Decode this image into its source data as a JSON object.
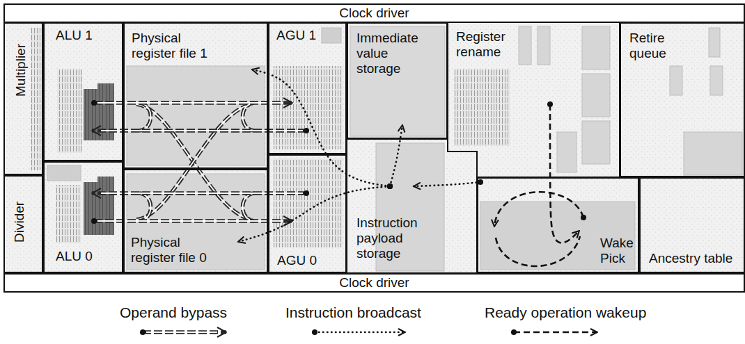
{
  "diagram": {
    "nodes": [
      {
        "text": [
          "Clock driver"
        ]
      },
      {
        "text": [
          "Multiplier"
        ]
      },
      {
        "text": [
          "ALU 1"
        ]
      },
      {
        "text": [
          "Physical register file 1"
        ]
      },
      {
        "text": [
          "AGU 1"
        ]
      },
      {
        "text": [
          "Immediate value storage"
        ]
      },
      {
        "text": [
          "Register rename"
        ]
      },
      {
        "text": [
          "Retire queue"
        ]
      },
      {
        "text": [
          "Divider"
        ]
      },
      {
        "text": [
          "ALU 0"
        ]
      },
      {
        "text": [
          "Physical register file 0"
        ]
      },
      {
        "text": [
          "AGU 0"
        ]
      },
      {
        "text": [
          "Instruction payload storage"
        ]
      },
      {
        "text": [
          "Wake Pick"
        ]
      },
      {
        "text": [
          "Ancestry table"
        ]
      },
      {
        "text": [
          "Clock driver"
        ]
      }
    ],
    "edges": [
      {
        "from": 2,
        "to": 4,
        "arrow": "to"
      },
      {
        "from": 4,
        "to": 2,
        "arrow": "to"
      },
      {
        "from": 11,
        "to": 9,
        "arrow": "to"
      },
      {
        "from": 9,
        "to": 11,
        "arrow": "to"
      },
      {
        "from": 13,
        "to": 12,
        "arrow": "to"
      },
      {
        "from": 12,
        "to": 3,
        "arrow": "to"
      },
      {
        "from": 12,
        "to": 10,
        "arrow": "to"
      },
      {
        "from": 12,
        "to": 5,
        "arrow": "to"
      },
      {
        "from": 6,
        "to": 13,
        "arrow": "to"
      }
    ],
    "legend": [
      {
        "text": "Operand bypass"
      },
      {
        "text": "Instruction broadcast"
      },
      {
        "text": "Ready operation wakeup"
      }
    ]
  }
}
